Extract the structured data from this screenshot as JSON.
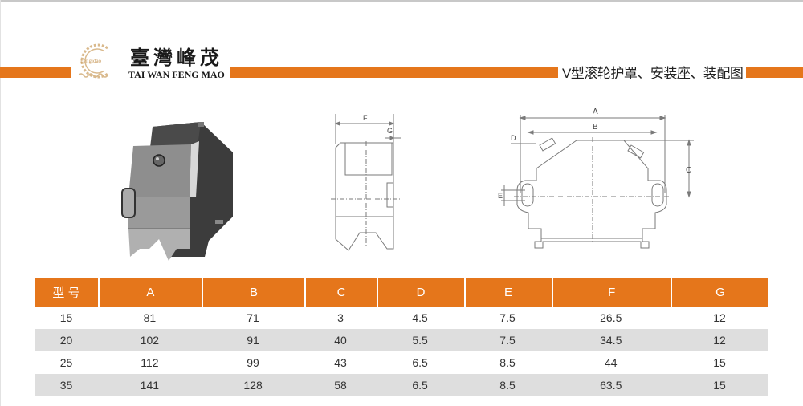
{
  "header": {
    "brand_cn": "臺灣峰茂",
    "brand_en": "TAI WAN FENG MAO",
    "logo_text": "Fengidao",
    "section_title": "V型滚轮护罩、安装座、装配图",
    "accent_color": "#e5761b"
  },
  "drawings": {
    "side_view": {
      "dim_labels": [
        "F",
        "G"
      ]
    },
    "front_view": {
      "dim_labels": [
        "A",
        "B",
        "C",
        "D",
        "E"
      ]
    }
  },
  "table": {
    "headers": [
      "型 号",
      "A",
      "B",
      "C",
      "D",
      "E",
      "F",
      "G"
    ],
    "rows": [
      [
        "15",
        "81",
        "71",
        "3",
        "4.5",
        "7.5",
        "26.5",
        "12"
      ],
      [
        "20",
        "102",
        "91",
        "40",
        "5.5",
        "7.5",
        "34.5",
        "12"
      ],
      [
        "25",
        "112",
        "99",
        "43",
        "6.5",
        "8.5",
        "44",
        "15"
      ],
      [
        "35",
        "141",
        "128",
        "58",
        "6.5",
        "8.5",
        "63.5",
        "15"
      ]
    ],
    "header_color": "#e5761b",
    "alt_row_color": "#dedede"
  }
}
